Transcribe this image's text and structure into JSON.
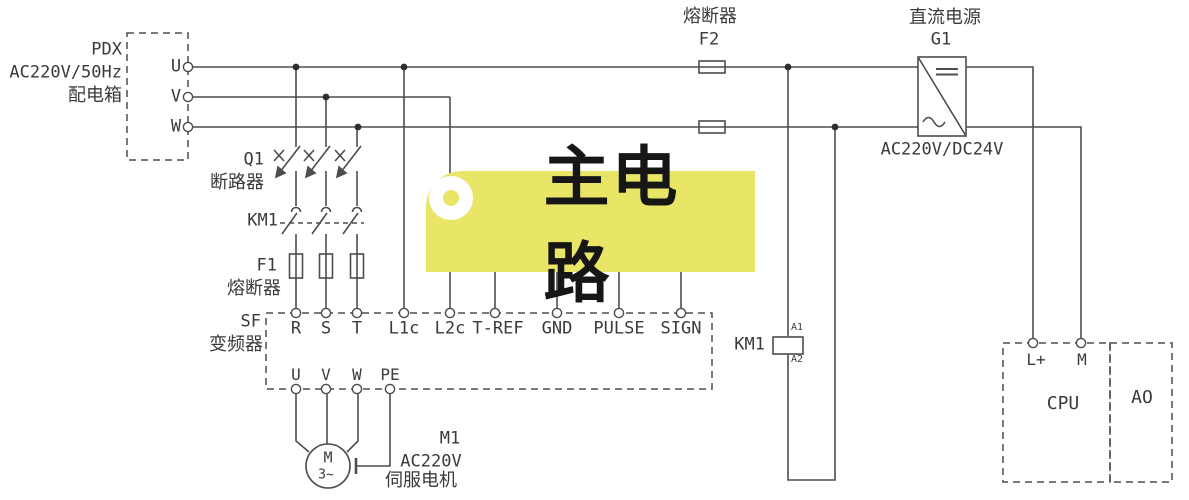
{
  "banner": {
    "title": "主电路",
    "bg_color": "#e9e567"
  },
  "pdx": {
    "ref": "PDX",
    "rating": "AC220V/50Hz",
    "name": "配电箱",
    "terminals": [
      "U",
      "V",
      "W"
    ]
  },
  "q1": {
    "ref": "Q1",
    "name": "断路器"
  },
  "km1_contacts": {
    "ref": "KM1"
  },
  "f1": {
    "ref": "F1",
    "name": "熔断器"
  },
  "sf": {
    "ref": "SF",
    "name": "变频器",
    "top_terminals": [
      "R",
      "S",
      "T",
      "L1c",
      "L2c",
      "T-REF",
      "GND",
      "PULSE",
      "SIGN"
    ],
    "bottom_terminals": [
      "U",
      "V",
      "W",
      "PE"
    ]
  },
  "f2": {
    "name": "熔断器",
    "ref": "F2"
  },
  "g1": {
    "name": "直流电源",
    "ref": "G1",
    "rating": "AC220V/DC24V"
  },
  "km1_coil": {
    "ref": "KM1",
    "terminal_top": "A1",
    "terminal_bottom": "A2"
  },
  "m1": {
    "symbol": "M",
    "phases": "3~",
    "ref": "M1",
    "rating": "AC220V",
    "name": "伺服电机"
  },
  "cpu": {
    "label": "CPU",
    "terminals": [
      "L+",
      "M"
    ]
  },
  "ao": {
    "label": "AO"
  },
  "colors": {
    "wire": "#4d4d4d",
    "text": "#3a3a3a",
    "banner_bg": "#e9e567"
  }
}
